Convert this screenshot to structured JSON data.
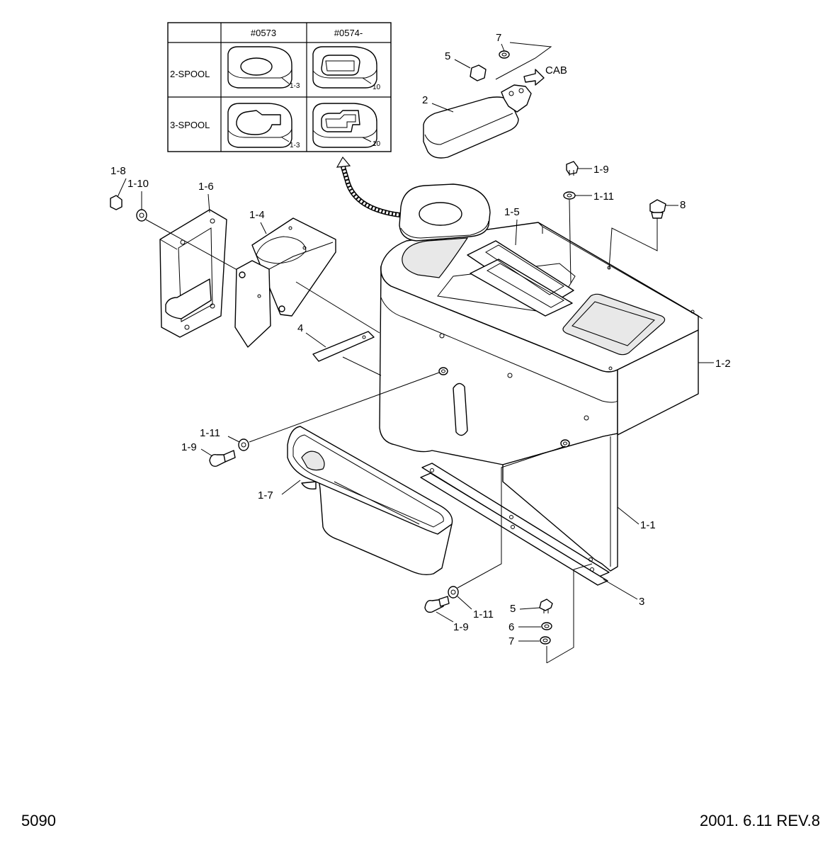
{
  "table": {
    "col_headers": [
      "#0573",
      "#0574-"
    ],
    "rows": [
      {
        "label": "2-SPOOL",
        "cells": [
          "1-3",
          "10"
        ]
      },
      {
        "label": "3-SPOOL",
        "cells": [
          "1-3",
          "10"
        ]
      }
    ]
  },
  "labels": {
    "p1_1": "1-1",
    "p1_2": "1-2",
    "p1_4": "1-4",
    "p1_5": "1-5",
    "p1_6": "1-6",
    "p1_7": "1-7",
    "p1_8": "1-8",
    "p1_9": "1-9",
    "p1_10": "1-10",
    "p1_11": "1-11",
    "p2": "2",
    "p3": "3",
    "p4": "4",
    "p5": "5",
    "p6": "6",
    "p7": "7",
    "p8": "8",
    "cab": "CAB"
  },
  "footer": {
    "page_number": "5090",
    "revision": "2001. 6.11  REV.8"
  }
}
